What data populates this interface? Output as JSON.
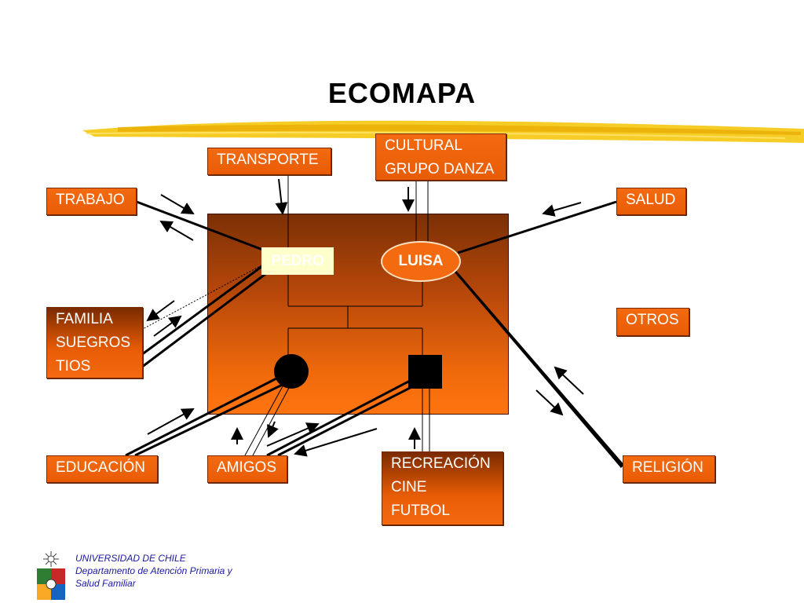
{
  "title": "ECOMAPA",
  "household": {
    "father_label": "PEDRO",
    "mother_label": "LUISA"
  },
  "systems": {
    "transporte": [
      "TRANSPORTE"
    ],
    "cultural": [
      "CULTURAL",
      "GRUPO DANZA"
    ],
    "trabajo": [
      "TRABAJO"
    ],
    "salud": [
      "SALUD"
    ],
    "familia": [
      "FAMILIA",
      "SUEGROS",
      "TIOS"
    ],
    "otros": [
      "OTROS"
    ],
    "educacion": [
      "EDUCACIÓN"
    ],
    "amigos": [
      "AMIGOS"
    ],
    "recreacion": [
      "RECREACIÓN",
      "CINE",
      "FUTBOL"
    ],
    "religion": [
      "RELIGIÓN"
    ]
  },
  "footer": {
    "line1": "UNIVERSIDAD DE CHILE",
    "line2": "Departamento de Atención Primaria y",
    "line3": "Salud Familiar"
  },
  "colors": {
    "box_fill": "#f36a10",
    "household_top": "#7b3005",
    "household_bottom": "#ff7410",
    "brush": "#f5c400",
    "footer_text": "#1a1aa0"
  }
}
